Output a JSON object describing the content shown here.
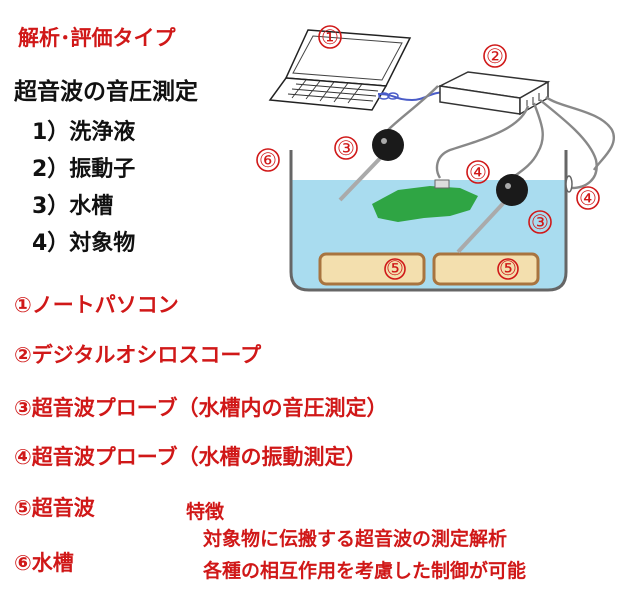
{
  "title": "解析･評価タイプ",
  "heading": "超音波の音圧測定",
  "conditions": [
    "1）洗浄液",
    "2）振動子",
    "3）水槽",
    "4）対象物"
  ],
  "legend": [
    "①ノートパソコン",
    "②デジタルオシロスコープ",
    "③超音波プローブ（水槽内の音圧測定）",
    "④超音波プローブ（水槽の振動測定）",
    "⑤超音波",
    "⑥水槽"
  ],
  "features": {
    "title": "特徴",
    "lines": [
      "対象物に伝搬する超音波の測定解析",
      "各種の相互作用を考慮した制御が可能"
    ]
  },
  "diagram_labels": {
    "laptop": "①",
    "oscilloscope": "②",
    "probe_left": "③",
    "probe_right": "③",
    "probe_center": "④",
    "probe_side": "④",
    "transducer_left": "⑤",
    "transducer_right": "⑤",
    "tank": "⑥"
  },
  "colors": {
    "red_text": "#d01818",
    "water": "#a9dcef",
    "object": "#2fa544",
    "transducer": "#f3dfae",
    "transducer_edge": "#a8743f"
  }
}
